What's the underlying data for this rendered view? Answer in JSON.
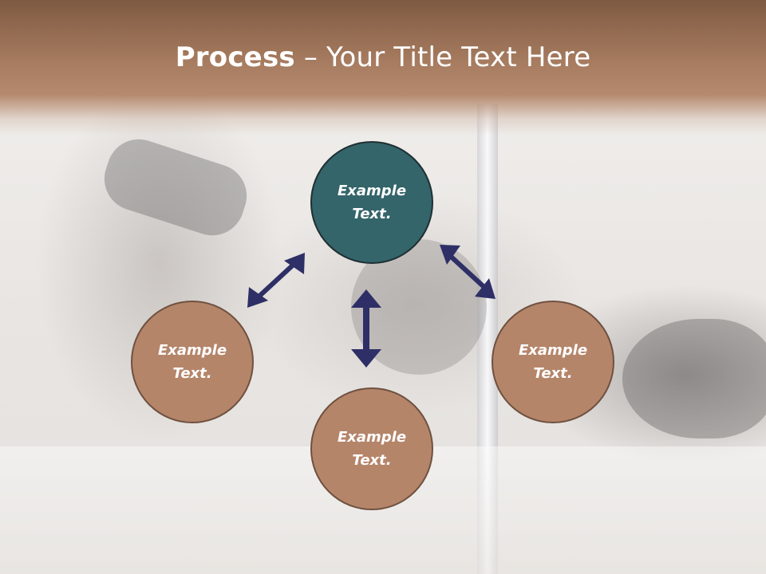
{
  "slide": {
    "title_bold": "Process",
    "title_rest": " – Your Title Text Here"
  },
  "nodes": {
    "top": {
      "line1": "Example",
      "line2": "Text."
    },
    "left": {
      "line1": "Example",
      "line2": "Text."
    },
    "right": {
      "line1": "Example",
      "line2": "Text."
    },
    "bottom": {
      "line1": "Example",
      "line2": "Text."
    }
  },
  "colors": {
    "header": "#a67b5f",
    "top_node": "#33656a",
    "other_nodes": "#b5856a",
    "arrows": "#2e2f66"
  }
}
